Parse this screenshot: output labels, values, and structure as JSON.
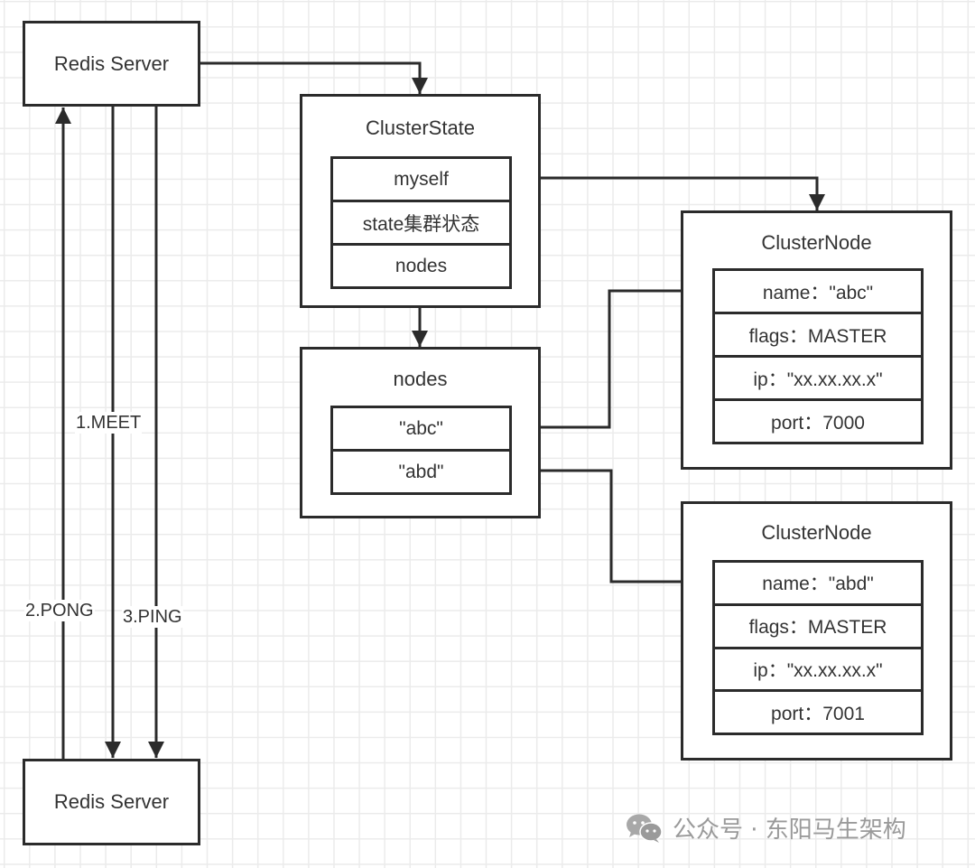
{
  "redis_top": {
    "label": "Redis Server"
  },
  "redis_bottom": {
    "label": "Redis Server"
  },
  "messages": {
    "meet": "1.MEET",
    "pong": "2.PONG",
    "ping": "3.PING"
  },
  "cluster_state": {
    "title": "ClusterState",
    "fields": [
      "myself",
      "state集群状态",
      "nodes"
    ]
  },
  "nodes_dict": {
    "title": "nodes",
    "keys": [
      "\"abc\"",
      "\"abd\""
    ]
  },
  "cluster_nodes": [
    {
      "title": "ClusterNode",
      "fields": [
        "name：\"abc\"",
        "flags：MASTER",
        "ip：\"xx.xx.xx.x\"",
        "port：7000"
      ]
    },
    {
      "title": "ClusterNode",
      "fields": [
        "name：\"abd\"",
        "flags：MASTER",
        "ip：\"xx.xx.xx.x\"",
        "port：7001"
      ]
    }
  ],
  "watermark": {
    "icon": "wechat-icon",
    "text": "公众号 · 东阳马生架构"
  },
  "colors": {
    "stroke": "#2b2b2b",
    "text": "#333333",
    "grid": "#ebebeb",
    "watermark": "#9a9a9a"
  }
}
